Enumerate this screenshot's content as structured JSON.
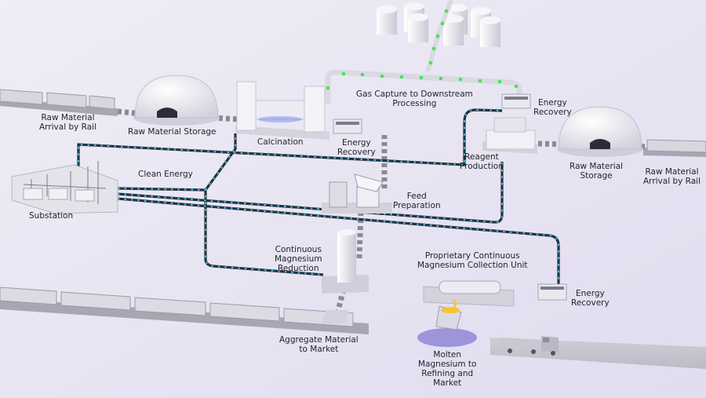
{
  "labels": {
    "raw_rail_left": [
      "Raw Material",
      "Arrival by Rail"
    ],
    "raw_storage_left": [
      "Raw Material Storage"
    ],
    "calcination": [
      "Calcination"
    ],
    "energy_recovery_center": [
      "Energy",
      "Recovery"
    ],
    "gas_capture": [
      "Gas Capture to Downstream",
      "Processing"
    ],
    "energy_recovery_top_right": [
      "Energy",
      "Recovery"
    ],
    "reagent_production": [
      "Reagent",
      "Production"
    ],
    "raw_storage_right": [
      "Raw Material",
      "Storage"
    ],
    "raw_rail_right": [
      "Raw Material",
      "Arrival by Rail"
    ],
    "clean_energy": [
      "Clean Energy"
    ],
    "substation": [
      "Substation"
    ],
    "feed_preparation": [
      "Feed",
      "Preparation"
    ],
    "magnesium_reduction": [
      "Continuous",
      "Magnesium",
      "Reduction"
    ],
    "collection_unit": [
      "Proprietary Continuous",
      "Magnesium Collection Unit"
    ],
    "energy_recovery_bottom_right": [
      "Energy",
      "Recovery"
    ],
    "aggregate_material": [
      "Aggregate Material",
      "to Market"
    ],
    "molten_magnesium": [
      "Molten",
      "Magnesium to",
      "Refining and",
      "Market"
    ]
  },
  "colors": {
    "background": "#e6e3f1",
    "equipment": "#eeedf3",
    "equipment_shade": "#cfcedb",
    "power_cable": "#2b2f3a",
    "power_dash": "#39c6f0",
    "gas_line": "#dad9e2",
    "gas_light": "#3ee655",
    "conveyor": "#8a8996",
    "molten_metal": "#f4c531",
    "ground_shadow": "#8f87d8"
  },
  "icons": [
    "storage-tank-icon",
    "dome-storage-icon",
    "rail-car-icon",
    "truck-icon",
    "kiln-icon",
    "generator-icon",
    "substation-icon",
    "ladle-icon"
  ]
}
